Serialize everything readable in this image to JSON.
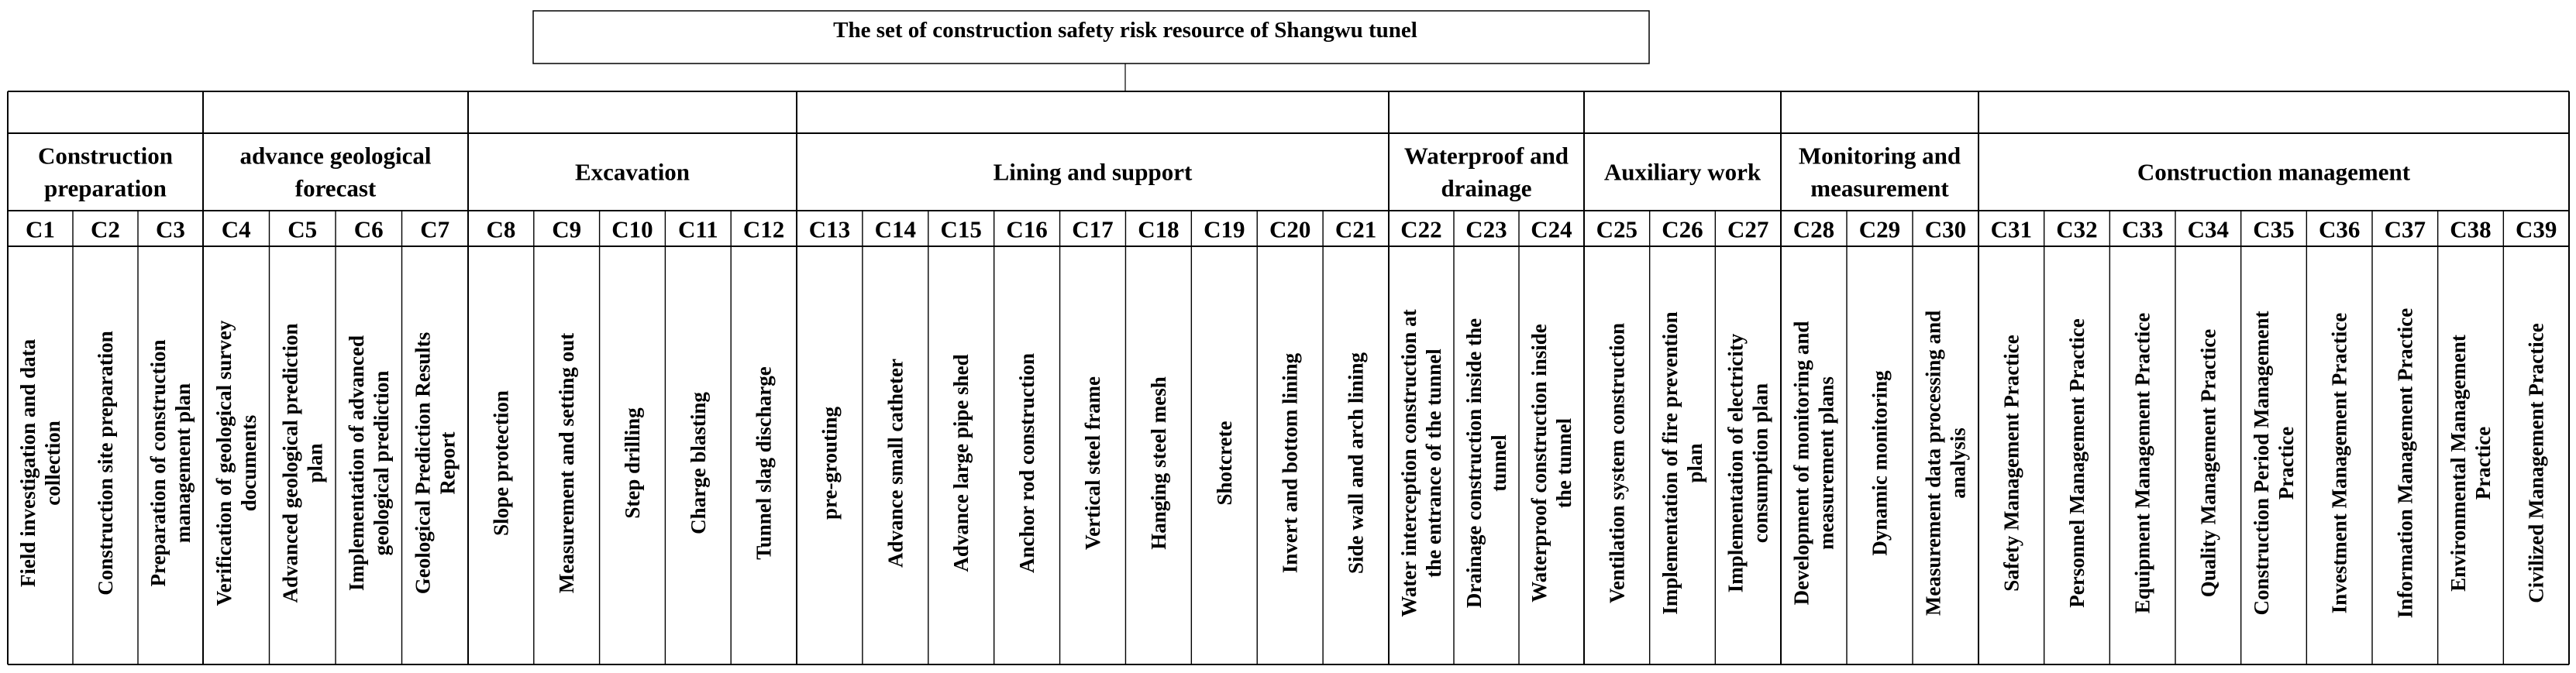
{
  "title": "The set of construction safety risk resource of Shangwu tunel",
  "categories": [
    {
      "name_lines": [
        "Construction",
        "preparation"
      ],
      "items": [
        {
          "code": "C1",
          "lines": [
            "Field investigation and data",
            "collection"
          ]
        },
        {
          "code": "C2",
          "lines": [
            "Construction site preparation"
          ]
        },
        {
          "code": "C3",
          "lines": [
            "Preparation of construction",
            "management plan"
          ]
        }
      ]
    },
    {
      "name_lines": [
        "advance geological",
        "forecast"
      ],
      "items": [
        {
          "code": "C4",
          "lines": [
            "Verification of geological survey",
            "documents"
          ]
        },
        {
          "code": "C5",
          "lines": [
            "Advanced geological prediction",
            "plan"
          ]
        },
        {
          "code": "C6",
          "lines": [
            "Implementation of advanced",
            "geological prediction"
          ]
        },
        {
          "code": "C7",
          "lines": [
            "Geological Prediction Results",
            "Report"
          ]
        }
      ]
    },
    {
      "name_lines": [
        "Excavation"
      ],
      "items": [
        {
          "code": "C8",
          "lines": [
            "Slope protection"
          ]
        },
        {
          "code": "C9",
          "lines": [
            "Measurement and setting out"
          ]
        },
        {
          "code": "C10",
          "lines": [
            "Step drilling"
          ]
        },
        {
          "code": "C11",
          "lines": [
            "Charge blasting"
          ]
        },
        {
          "code": "C12",
          "lines": [
            "Tunnel slag discharge"
          ]
        }
      ]
    },
    {
      "name_lines": [
        "Lining and support"
      ],
      "items": [
        {
          "code": "C13",
          "lines": [
            "pre-grouting"
          ]
        },
        {
          "code": "C14",
          "lines": [
            "Advance small catheter"
          ]
        },
        {
          "code": "C15",
          "lines": [
            "Advance large pipe shed"
          ]
        },
        {
          "code": "C16",
          "lines": [
            "Anchor rod construction"
          ]
        },
        {
          "code": "C17",
          "lines": [
            "Vertical steel frame"
          ]
        },
        {
          "code": "C18",
          "lines": [
            "Hanging steel mesh"
          ]
        },
        {
          "code": "C19",
          "lines": [
            "Shotcrete"
          ]
        },
        {
          "code": "C20",
          "lines": [
            "Invert and bottom lining"
          ]
        },
        {
          "code": "C21",
          "lines": [
            "Side wall and arch lining"
          ]
        }
      ]
    },
    {
      "name_lines": [
        "Waterproof and",
        "drainage"
      ],
      "items": [
        {
          "code": "C22",
          "lines": [
            "Water interception construction at",
            "the entrance of the tunnel"
          ]
        },
        {
          "code": "C23",
          "lines": [
            "Drainage construction inside the",
            "tunnel"
          ]
        },
        {
          "code": "C24",
          "lines": [
            "Waterproof construction inside",
            "the tunnel"
          ]
        }
      ]
    },
    {
      "name_lines": [
        "Auxiliary work"
      ],
      "items": [
        {
          "code": "C25",
          "lines": [
            "Ventilation system construction"
          ]
        },
        {
          "code": "C26",
          "lines": [
            "Implementation of fire prevention",
            "plan"
          ]
        },
        {
          "code": "C27",
          "lines": [
            "Implementation of electricity",
            "consumption plan"
          ]
        }
      ]
    },
    {
      "name_lines": [
        "Monitoring and",
        "measurement"
      ],
      "items": [
        {
          "code": "C28",
          "lines": [
            "Development of monitoring and",
            "measurement plans"
          ]
        },
        {
          "code": "C29",
          "lines": [
            "Dynamic monitoring"
          ]
        },
        {
          "code": "C30",
          "lines": [
            "Measurement data processing and",
            "analysis"
          ]
        }
      ]
    },
    {
      "name_lines": [
        "Construction management"
      ],
      "items": [
        {
          "code": "C31",
          "lines": [
            "Safety Management Practice"
          ]
        },
        {
          "code": "C32",
          "lines": [
            "Personnel Management Practice"
          ]
        },
        {
          "code": "C33",
          "lines": [
            "Equipment Management Practice"
          ]
        },
        {
          "code": "C34",
          "lines": [
            "Quality Management Practice"
          ]
        },
        {
          "code": "C35",
          "lines": [
            "Construction Period Management",
            "Practice"
          ]
        },
        {
          "code": "C36",
          "lines": [
            "Investment Management Practice"
          ]
        },
        {
          "code": "C37",
          "lines": [
            "Information Management Practice"
          ]
        },
        {
          "code": "C38",
          "lines": [
            "Environmental Management",
            "Practice"
          ]
        },
        {
          "code": "C39",
          "lines": [
            "Civilized Management Practice"
          ]
        }
      ]
    }
  ]
}
